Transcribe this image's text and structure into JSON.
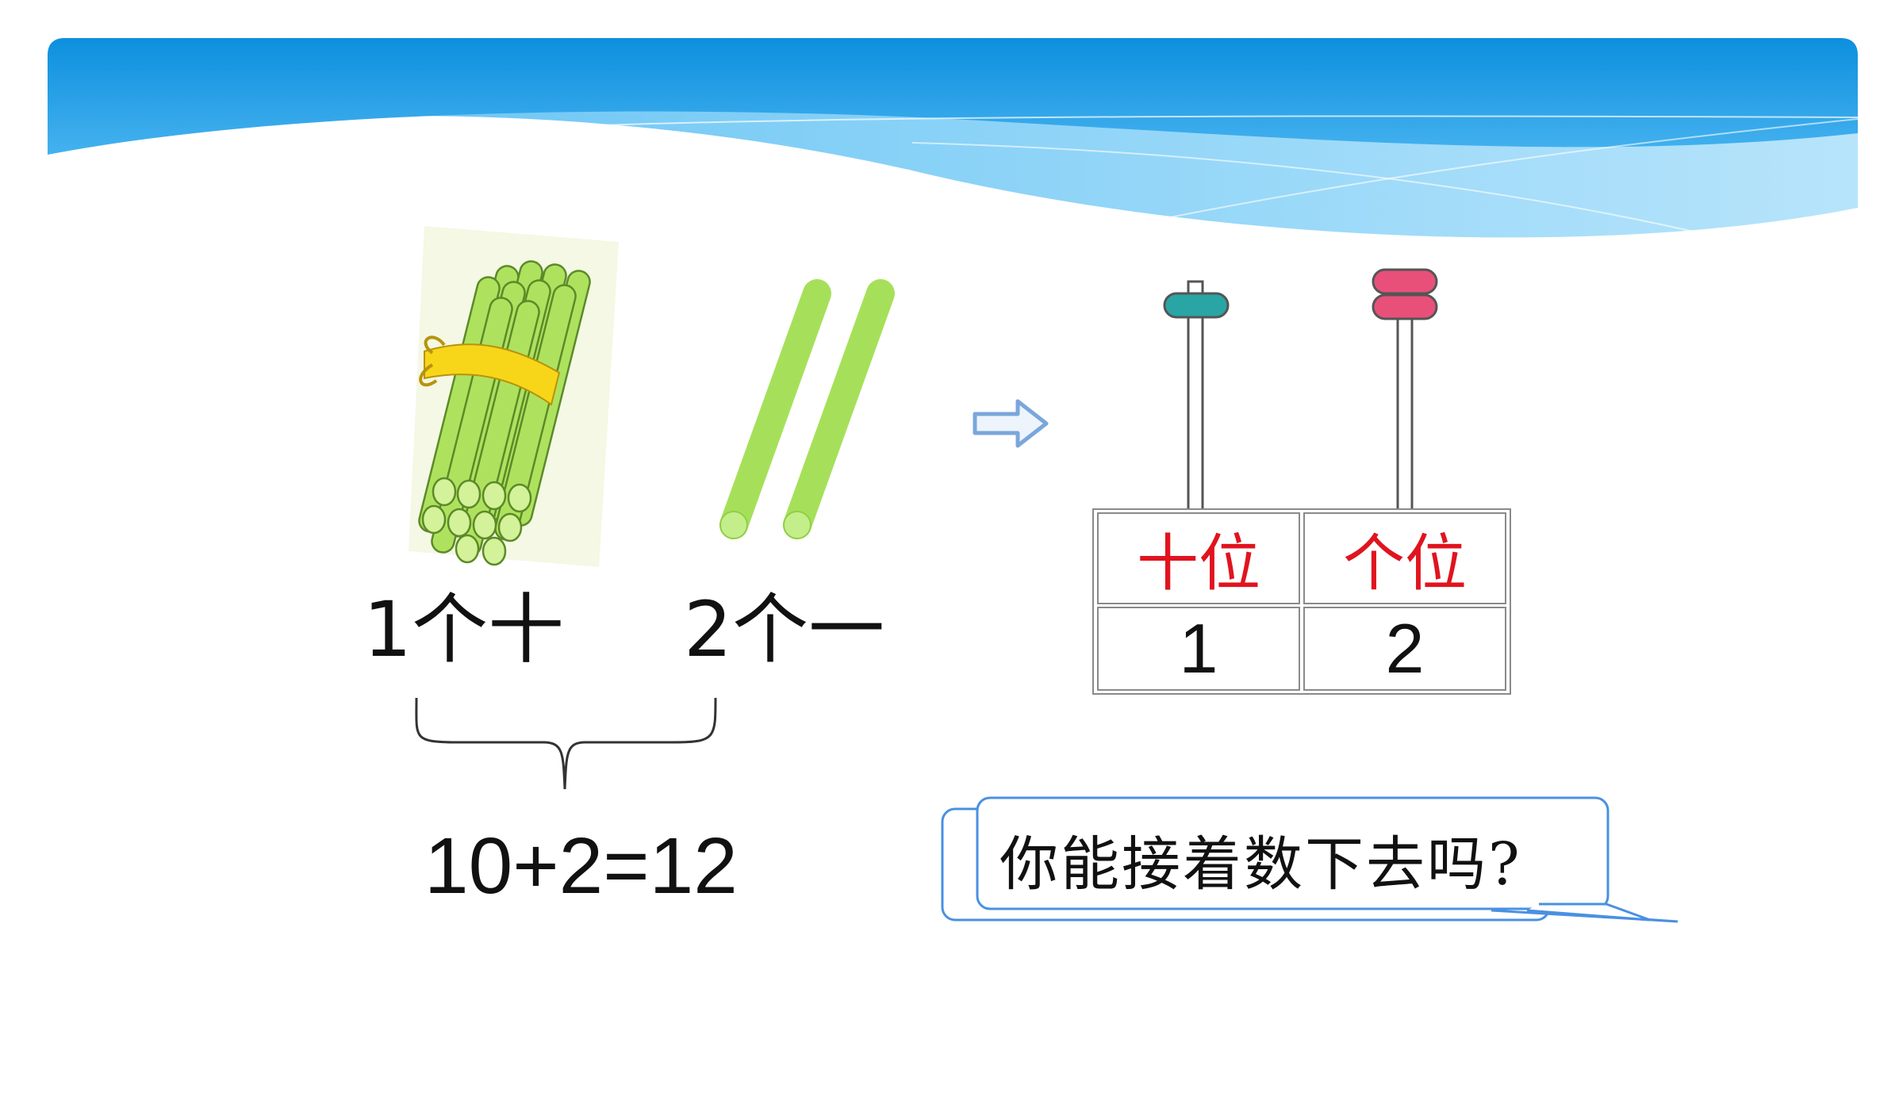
{
  "colors": {
    "banner_dark": "#1296e0",
    "banner_light": "#9ed8f8",
    "straw_green": "#a6e05a",
    "ribbon_yellow": "#f5d21a",
    "place_label_red": "#e0141e",
    "tens_bead_teal": "#2aa5a5",
    "ones_bead_pink": "#e8507a",
    "bubble_border": "#4a90e2",
    "arrow_blue": "#7aa6dc"
  },
  "icons": {
    "bundle": "bundled-sticks-icon",
    "loose": "single-sticks-icon",
    "arrow": "right-arrow-icon",
    "abacus": "abacus-icon"
  },
  "tens_label": "1个十",
  "ones_label": "2个一",
  "equation": "10+2=12",
  "place_value": {
    "tens_header": "十位",
    "ones_header": "个位",
    "tens_digit": "1",
    "ones_digit": "2",
    "tens_beads": 1,
    "ones_beads": 2
  },
  "bubble_text": "你能接着数下去吗?"
}
